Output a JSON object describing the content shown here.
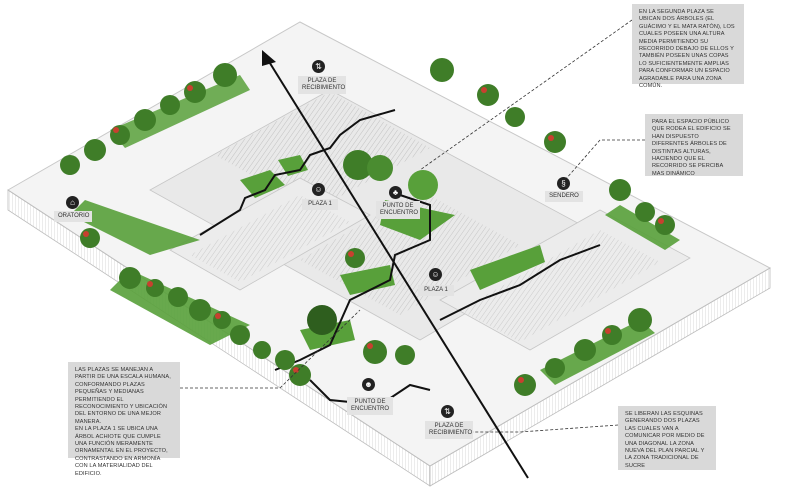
{
  "notes": {
    "top_right": "EN LA SEGUNDA PLAZA SE UBICAN DOS ÁRBOLES (EL GUÁCIMO Y EL MATA RATÓN), LOS CUALES POSEEN UNA ALTURA MEDIA PERMITIENDO SU RECORRIDO DEBAJO DE ELLOS Y TAMBIÉN POSEEN UNAS COPAS LO SUFICIENTEMENTE AMPLIAS PARA CONFORMAR UN ESPACIO AGRADABLE PARA UNA ZONA COMÚN.",
    "middle_right": "PARA EL ESPACIO PÚBLICO QUE RODEA EL EDIFICIO SE HAN DISPUESTO DIFERENTES ÁRBOLES DE DISTINTAS ALTURAS, HACIENDO QUE EL RECORRIDO SE PERCIBA MAS DINÁMICO",
    "left": "LAS PLAZAS SE MANEJAN A PARTIR DE UNA ESCALA HUMANA, CONFORMANDO PLAZAS PEQUEÑAS Y MEDIANAS PERMITIENDO EL RECONOCIMIENTO Y UBICACIÓN DEL ENTORNO DE UNA MEJOR MANERA.",
    "left_2": "EN LA PLAZA 1 SE UBICA UNA ÁRBOL ACHIOTE QUE CUMPLE UNA FUNCIÓN MERAMENTE ORNAMENTAL EN EL PROYECTO, CONTRASTANDO EN ARMONÍA CON LA MATERIALIDAD DEL EDIFICIO.",
    "bottom_right": "SE LIBERAN LAS ESQUINAS GENERANDO DOS PLAZAS LAS CUALES VAN A COMUNICAR POR MEDIO DE UNA DIAGONAL LA ZONA NUEVA DEL PLAN PARCIAL Y LA ZONA TRADICIONAL DE SUCRE"
  },
  "labels": {
    "plaza_recibimiento_top": "PLAZA DE RECIBIMIENTO",
    "plaza1_left": "PLAZA 1",
    "punto_encuentro_top": "PUNTO DE ENCUENTRO",
    "sendero": "SENDERO",
    "oratorio": "ORATORIO",
    "plaza1_right": "PLAZA 1",
    "punto_encuentro_bottom": "PUNTO DE ENCUENTRO",
    "plaza_recibimiento_bottom": "PLAZA DE RECIBIMIENTO"
  },
  "icons": {
    "plaza_recibimiento_top": "arrows-icon",
    "plaza1_left": "face-icon",
    "punto_encuentro_top": "tree-icon",
    "sendero": "path-icon",
    "oratorio": "church-icon",
    "plaza1_right": "face-icon",
    "punto_encuentro_bottom": "people-icon",
    "plaza_recibimiento_bottom": "arrows-icon"
  },
  "colors": {
    "ground": "#f1f1f1",
    "building": "#e6e6e6",
    "lawn": "#58a03a",
    "tree": "#3f7d28",
    "flower": "#c8402f",
    "note_bg": "#d9d9d9",
    "line": "#111111"
  }
}
